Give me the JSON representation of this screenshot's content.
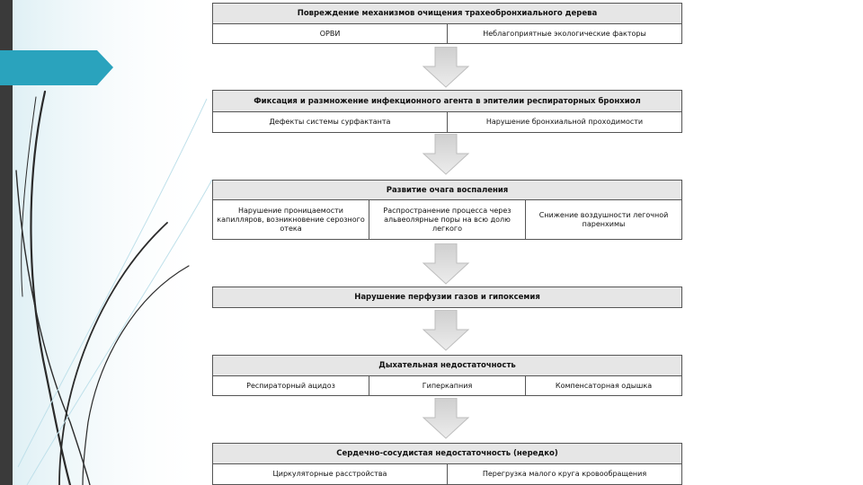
{
  "diagram": {
    "blocks": [
      {
        "title": "Повреждение механизмов очищения трахеобронхиального дерева",
        "cells": [
          "ОРВИ",
          "Неблагоприятные экологические факторы"
        ]
      },
      {
        "title": "Фиксация и размножение инфекционного агента в эпителии респираторных бронхиол",
        "cells": [
          "Дефекты системы сурфактанта",
          "Нарушение бронхиальной проходимости"
        ]
      },
      {
        "title": "Развитие очага воспаления",
        "cells": [
          "Нарушение проницаемости капилляров, возникновение серозного отека",
          "Распространение процесса через альвеолярные поры на всю долю легкого",
          "Снижение воздушности легочной паренхимы"
        ]
      },
      {
        "title": "Нарушение перфузии газов и гипоксемия",
        "cells": []
      },
      {
        "title": "Дыхательная недостаточность",
        "cells": [
          "Респираторный ацидоз",
          "Гиперкапния",
          "Компенсаторная одышка"
        ]
      },
      {
        "title": "Сердечно-сосудистая недостаточность (нередко)",
        "cells": [
          "Циркуляторные расстройства",
          "Перегрузка малого круга кровообращения"
        ]
      }
    ]
  },
  "colors": {
    "accent": "#2aa3bd",
    "left_bar": "#3a3a3a",
    "header_fill": "#e6e6e6",
    "arrow_fill": "#d4d4d4"
  }
}
